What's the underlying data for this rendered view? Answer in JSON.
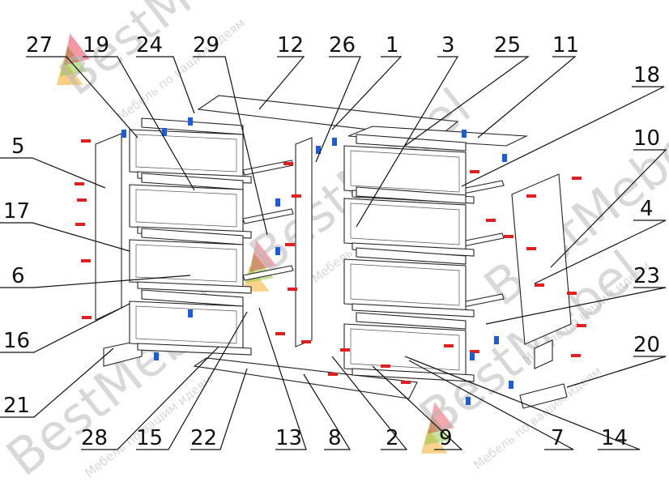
{
  "watermark": {
    "brand": "BestMebel",
    "tagline": "Мебель по вашим идеям",
    "brand_color": "#c8c8c8",
    "logo_colors": [
      "#f7a81b",
      "#8cc63f",
      "#e2001a"
    ]
  },
  "colors": {
    "line": "#222222",
    "screw": "#e02020",
    "dowel": "#1e5bd6"
  },
  "callouts": [
    {
      "num": "27"
    },
    {
      "num": "19"
    },
    {
      "num": "24"
    },
    {
      "num": "29"
    },
    {
      "num": "12"
    },
    {
      "num": "26"
    },
    {
      "num": "1"
    },
    {
      "num": "3"
    },
    {
      "num": "25"
    },
    {
      "num": "11"
    },
    {
      "num": "18"
    },
    {
      "num": "10"
    },
    {
      "num": "4"
    },
    {
      "num": "23"
    },
    {
      "num": "20"
    },
    {
      "num": "5"
    },
    {
      "num": "17"
    },
    {
      "num": "6"
    },
    {
      "num": "16"
    },
    {
      "num": "21"
    },
    {
      "num": "28"
    },
    {
      "num": "15"
    },
    {
      "num": "22"
    },
    {
      "num": "13"
    },
    {
      "num": "8"
    },
    {
      "num": "2"
    },
    {
      "num": "9"
    },
    {
      "num": "7"
    },
    {
      "num": "14"
    }
  ]
}
